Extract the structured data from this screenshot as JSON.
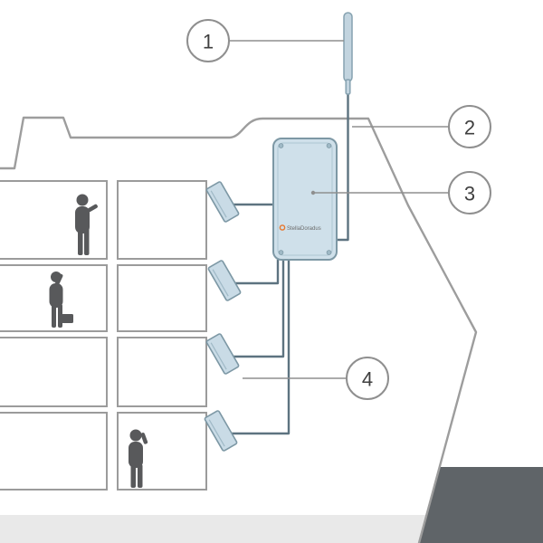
{
  "diagram": {
    "subject": "Ship cross-section with mobile signal repeater installation",
    "callouts": [
      {
        "number": "1",
        "points_to": "external-marine-antenna"
      },
      {
        "number": "2",
        "points_to": "coaxial-cable"
      },
      {
        "number": "3",
        "points_to": "repeater-unit"
      },
      {
        "number": "4",
        "points_to": "internal-panel-antennas"
      }
    ],
    "repeater_label": "StellaDoradus",
    "colors": {
      "panel_fill": "#c9dbe6",
      "panel_stroke": "#7d98a5",
      "cable": "#5d7380",
      "ship_outline": "#9d9d9d",
      "silhouette": "#58595b",
      "hull_dark": "#5f6468",
      "waterline_light": "#e9e9e9",
      "callout_stroke": "#8f8f8f",
      "callout_text": "#3f3f3f",
      "brand_orange": "#e8762c"
    }
  }
}
